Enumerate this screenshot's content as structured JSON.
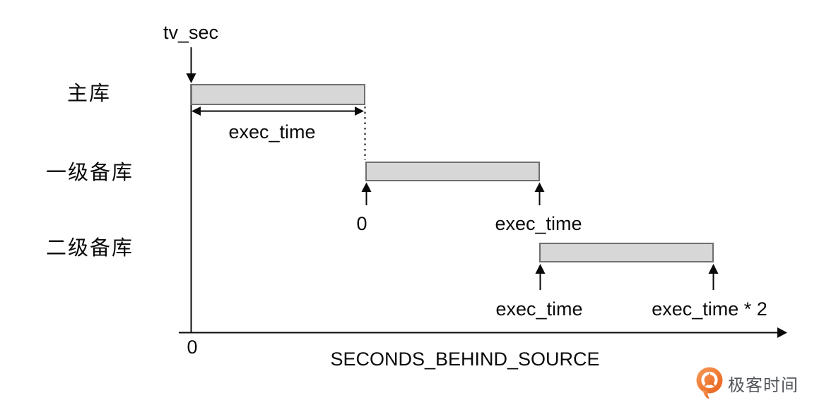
{
  "diagram": {
    "pointer_label": "tv_sec",
    "row_labels": [
      "主库",
      "一级备库",
      "二级备库"
    ],
    "primary_span_label": "exec_time",
    "replica1_start_label": "0",
    "replica1_end_label": "exec_time",
    "replica2_start_label": "exec_time",
    "replica2_end_label": "exec_time * 2",
    "axis_origin_label": "0",
    "axis_title": "SECONDS_BEHIND_SOURCE",
    "bars": [
      {
        "row": "主库",
        "start_marker": "tv_sec",
        "span": "exec_time"
      },
      {
        "row": "一级备库",
        "start_marker": "0",
        "end_marker": "exec_time"
      },
      {
        "row": "二级备库",
        "start_marker": "exec_time",
        "end_marker": "exec_time * 2"
      }
    ]
  },
  "watermark": {
    "brand_name": "极客时间"
  },
  "colors": {
    "bar_fill": "#d7d7d7",
    "bar_border": "#6f6f6f",
    "line": "#0a0a0a",
    "brand_orange": "#ed6d1f",
    "brand_text": "#53565b"
  }
}
